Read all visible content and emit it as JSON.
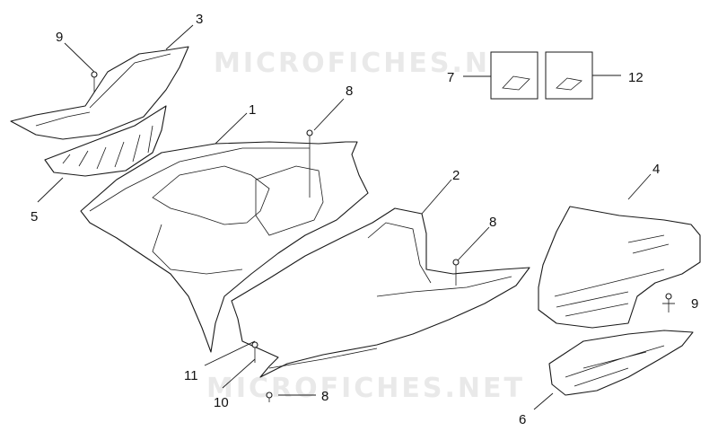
{
  "watermark": "MICROFICHES.NET",
  "callouts": [
    {
      "id": "c1",
      "label": "1"
    },
    {
      "id": "c2",
      "label": "2"
    },
    {
      "id": "c3",
      "label": "3"
    },
    {
      "id": "c4",
      "label": "4"
    },
    {
      "id": "c5",
      "label": "5"
    },
    {
      "id": "c6",
      "label": "6"
    },
    {
      "id": "c7",
      "label": "7"
    },
    {
      "id": "c8a",
      "label": "8"
    },
    {
      "id": "c8b",
      "label": "8"
    },
    {
      "id": "c8c",
      "label": "8"
    },
    {
      "id": "c9a",
      "label": "9"
    },
    {
      "id": "c9b",
      "label": "9"
    },
    {
      "id": "c10",
      "label": "10"
    },
    {
      "id": "c11",
      "label": "11"
    },
    {
      "id": "c12",
      "label": "12"
    }
  ]
}
